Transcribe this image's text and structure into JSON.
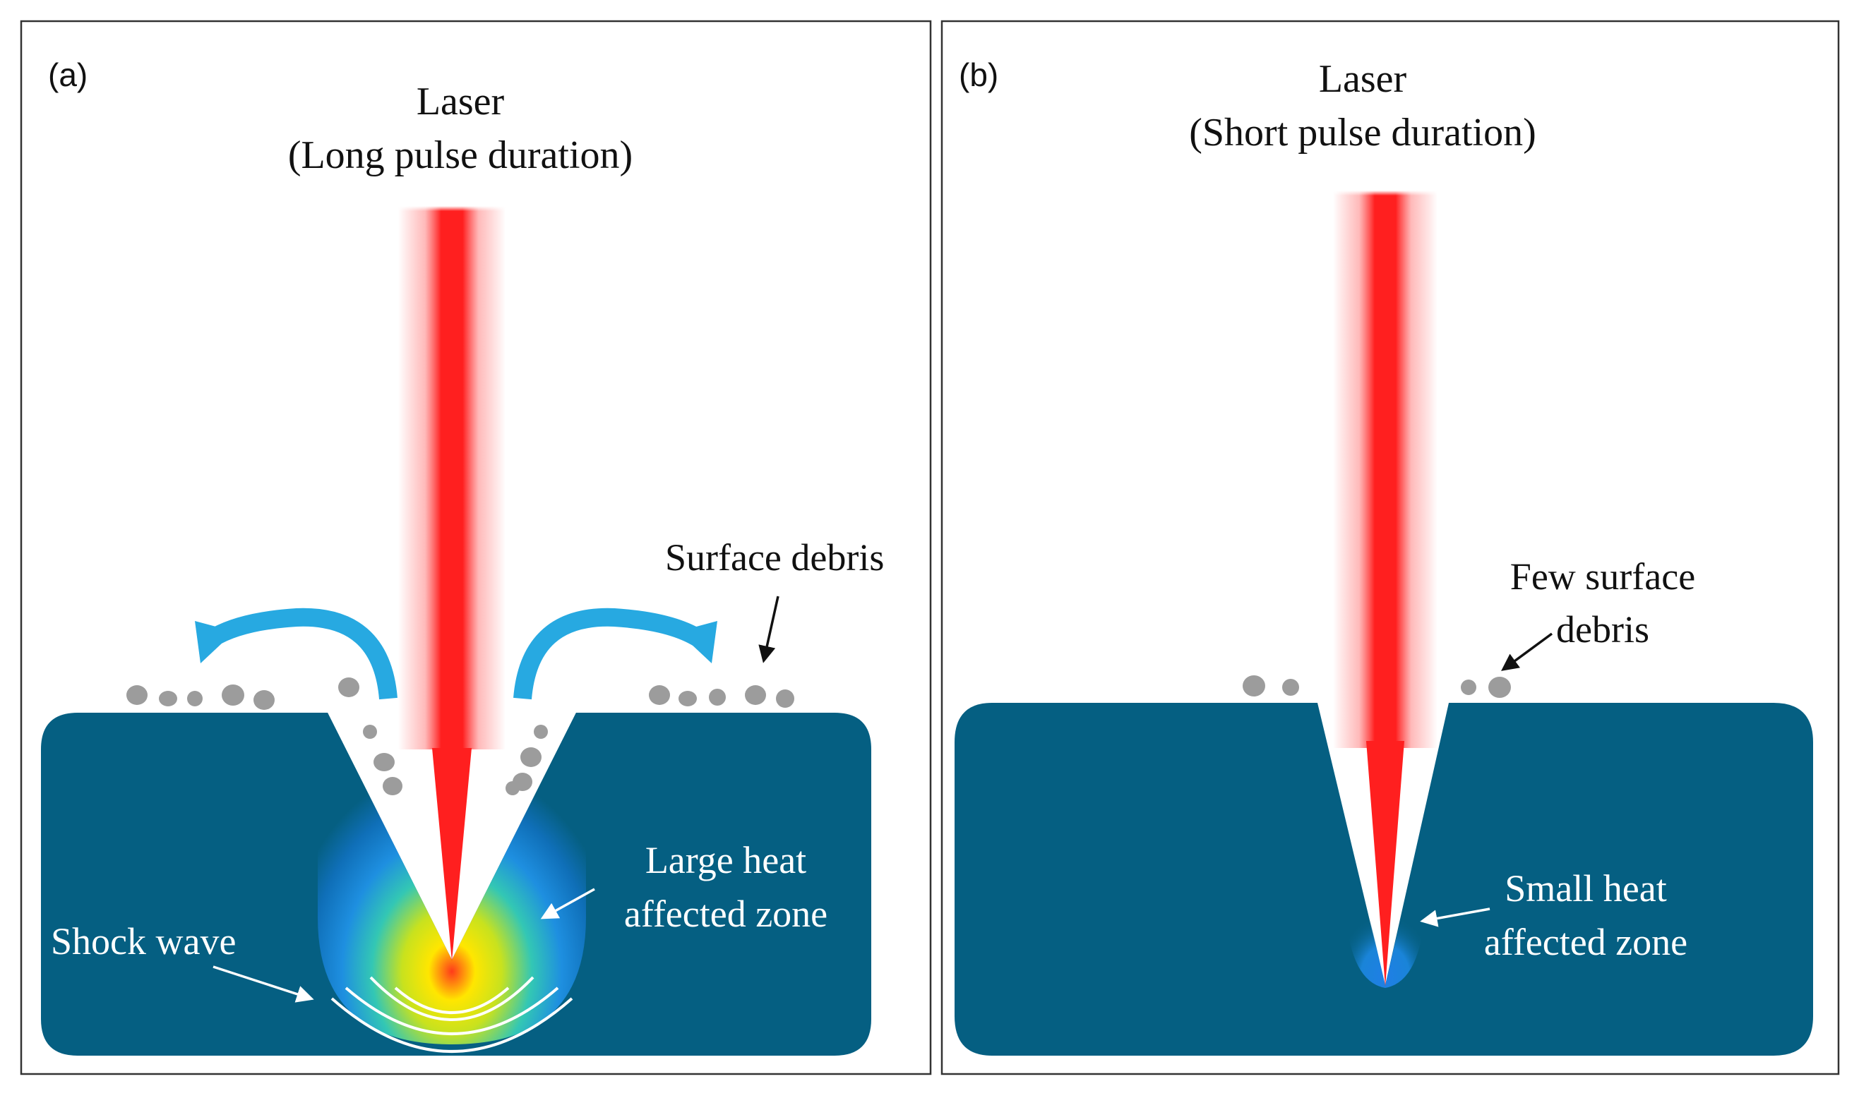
{
  "panel_a": {
    "label": "(a)",
    "title_line1": "Laser",
    "title_line2": "(Long pulse duration)",
    "surface_debris": "Surface debris",
    "heat_zone_line1": "Large heat",
    "heat_zone_line2": "affected zone",
    "shock_wave": "Shock wave"
  },
  "panel_b": {
    "label": "(b)",
    "title_line1": "Laser",
    "title_line2": "(Short pulse duration)",
    "debris_line1": "Few surface",
    "debris_line2": "debris",
    "heat_zone_line1": "Small heat",
    "heat_zone_line2": "affected zone"
  },
  "colors": {
    "substrate": "#055f82",
    "laser": "#ff1f1f",
    "debris": "#9c9c9c",
    "flow_arrow": "#27a9e1"
  }
}
